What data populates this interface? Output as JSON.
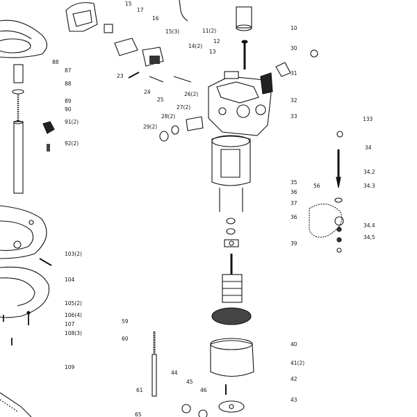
{
  "part_numbers": {
    "p15": "15",
    "p17": "17",
    "p16": "16",
    "p15_3": "15(3)",
    "p11_2": "11(2)",
    "p12": "12",
    "p14_2": "14(2)",
    "p13": "13",
    "p10": "10",
    "p30": "30",
    "p31": "31",
    "p88a": "88",
    "p87": "87",
    "p88b": "88",
    "p89": "89",
    "p90": "90",
    "p91_2": "91(2)",
    "p92_2": "92(2)",
    "p23": "23",
    "p24": "24",
    "p25": "25",
    "p26_2": "26(2)",
    "p27_2": "27(2)",
    "p28_2": "28(2)",
    "p29_2": "29(2)",
    "p32": "32",
    "p33": "33",
    "p133": "133",
    "p34": "34",
    "p34_2": "34.2",
    "p34_3": "34.3",
    "p35": "35",
    "p36a": "36",
    "p56": "56",
    "p37": "37",
    "p36b": "36",
    "p34_4": "34.4",
    "p34_5": "34,5",
    "p39": "39",
    "p103_2": "103(2)",
    "p104": "104",
    "p105_2": "105(2)",
    "p106_4": "106(4)",
    "p107": "107",
    "p108_3": "108(3)",
    "p109": "109",
    "p59": "59",
    "p60": "60",
    "p40": "40",
    "p41_2": "41(2)",
    "p42": "42",
    "p43": "43",
    "p44": "44",
    "p45": "45",
    "p46": "46",
    "p61": "61",
    "p65": "65"
  }
}
